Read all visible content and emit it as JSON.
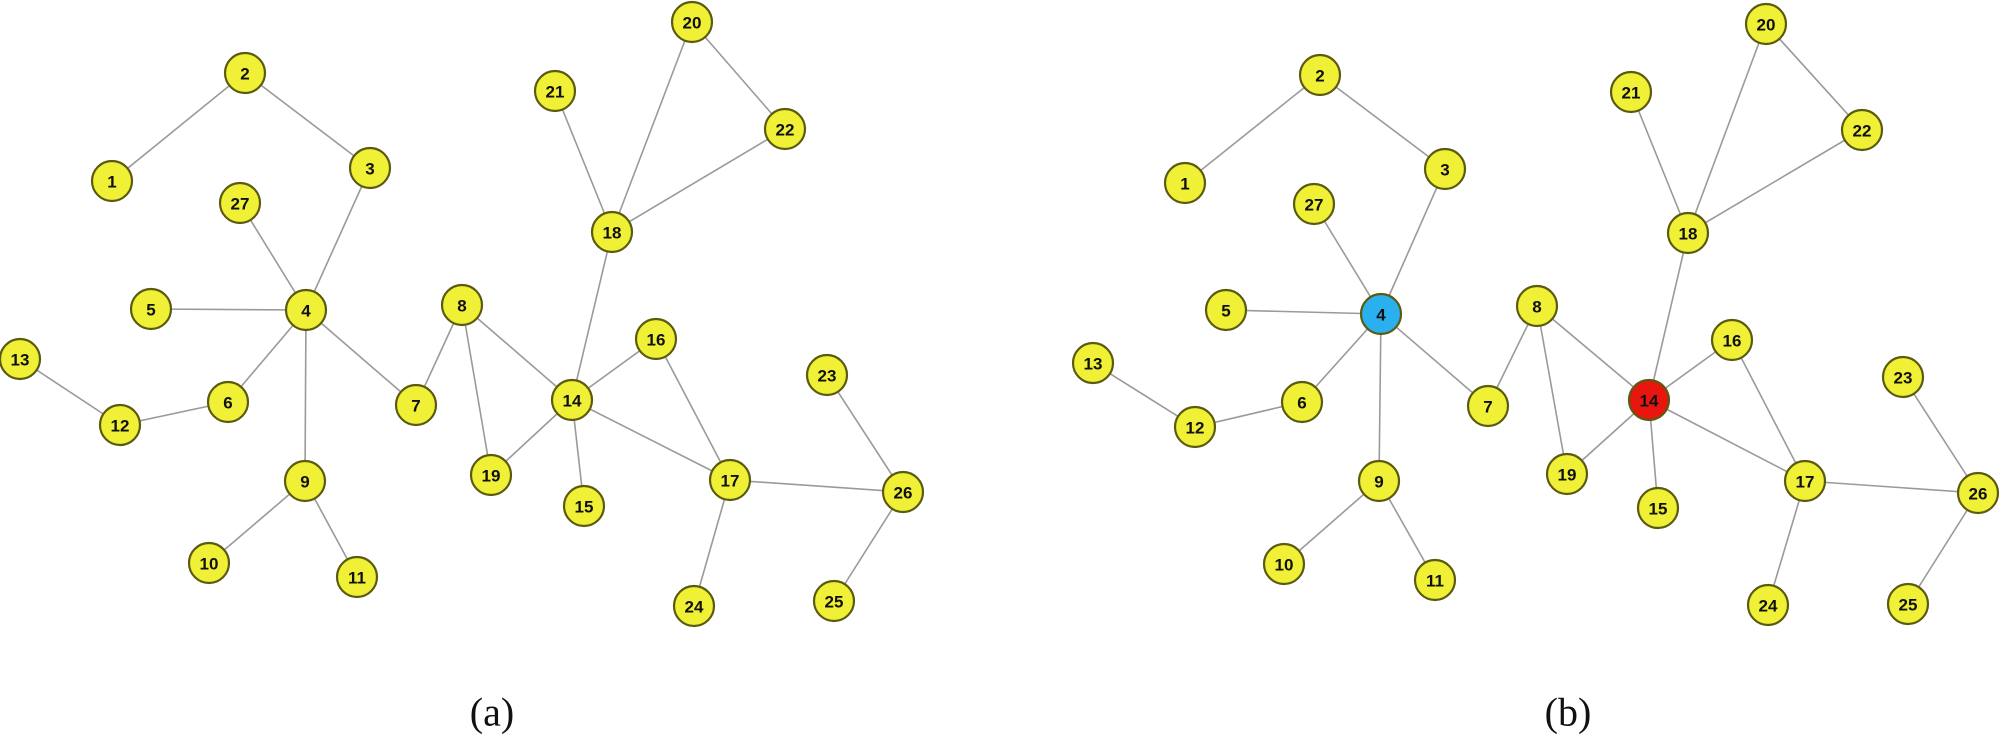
{
  "colors": {
    "default_node": "#f0f036",
    "hub_node": "#2ab0ef",
    "center_node": "#e8160f",
    "edge": "#9a9a9a"
  },
  "graph": {
    "node_ids": [
      "1",
      "2",
      "3",
      "4",
      "5",
      "6",
      "7",
      "8",
      "9",
      "10",
      "11",
      "12",
      "13",
      "14",
      "15",
      "16",
      "17",
      "18",
      "19",
      "20",
      "21",
      "22",
      "23",
      "24",
      "25",
      "26",
      "27"
    ],
    "edges": [
      [
        "1",
        "2"
      ],
      [
        "2",
        "3"
      ],
      [
        "3",
        "4"
      ],
      [
        "27",
        "4"
      ],
      [
        "5",
        "4"
      ],
      [
        "4",
        "6"
      ],
      [
        "6",
        "12"
      ],
      [
        "12",
        "13"
      ],
      [
        "4",
        "7"
      ],
      [
        "4",
        "9"
      ],
      [
        "9",
        "10"
      ],
      [
        "9",
        "11"
      ],
      [
        "7",
        "8"
      ],
      [
        "8",
        "19"
      ],
      [
        "8",
        "14"
      ],
      [
        "19",
        "14"
      ],
      [
        "14",
        "15"
      ],
      [
        "14",
        "16"
      ],
      [
        "14",
        "17"
      ],
      [
        "16",
        "17"
      ],
      [
        "14",
        "18"
      ],
      [
        "18",
        "21"
      ],
      [
        "18",
        "20"
      ],
      [
        "18",
        "22"
      ],
      [
        "20",
        "22"
      ],
      [
        "17",
        "24"
      ],
      [
        "17",
        "26"
      ],
      [
        "23",
        "26"
      ],
      [
        "26",
        "25"
      ]
    ]
  },
  "panels": [
    {
      "caption": "(a)",
      "highlights": {}
    },
    {
      "caption": "(b)",
      "highlights": {
        "4": "hub_node",
        "14": "center_node"
      }
    }
  ]
}
